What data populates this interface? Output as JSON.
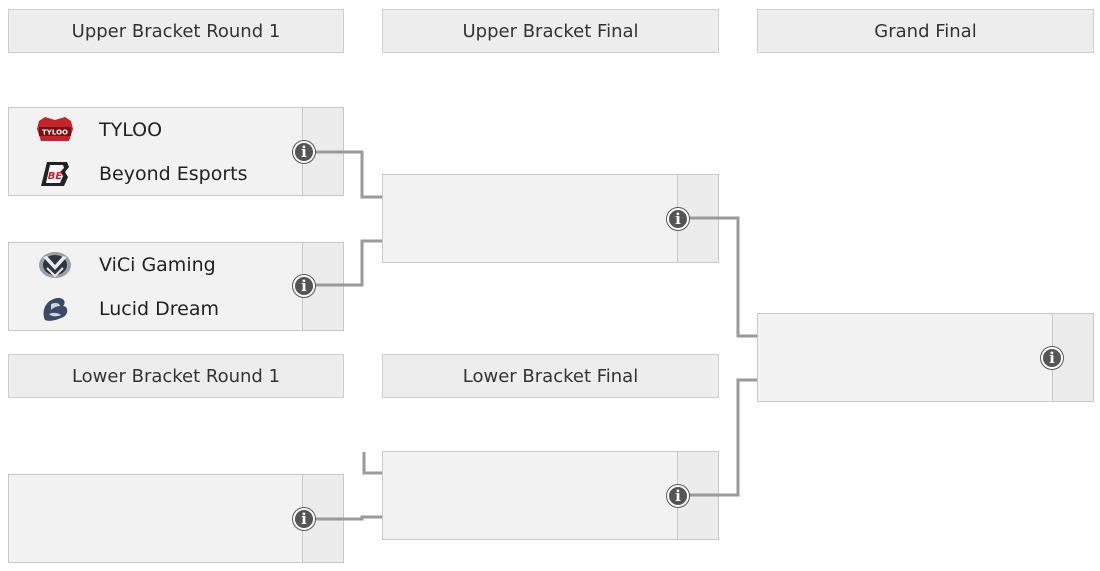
{
  "rounds": {
    "upper_r1": "Upper Bracket Round 1",
    "upper_final": "Upper Bracket Final",
    "grand_final": "Grand Final",
    "lower_r1": "Lower Bracket Round 1",
    "lower_final": "Lower Bracket Final"
  },
  "matches": {
    "ub_r1_m1": {
      "team1": "TYLOO",
      "team2": "Beyond Esports"
    },
    "ub_r1_m2": {
      "team1": "ViCi Gaming",
      "team2": "Lucid Dream"
    }
  },
  "logos": {
    "tyloo": "TYLOO",
    "beyond": "BE"
  },
  "info_icon": "i",
  "colors": {
    "header_bg": "#ededed",
    "slot_bg": "#f2f2f2",
    "border": "#c9c9c9",
    "connector": "#9a9a9a",
    "info_bg": "#555555"
  }
}
